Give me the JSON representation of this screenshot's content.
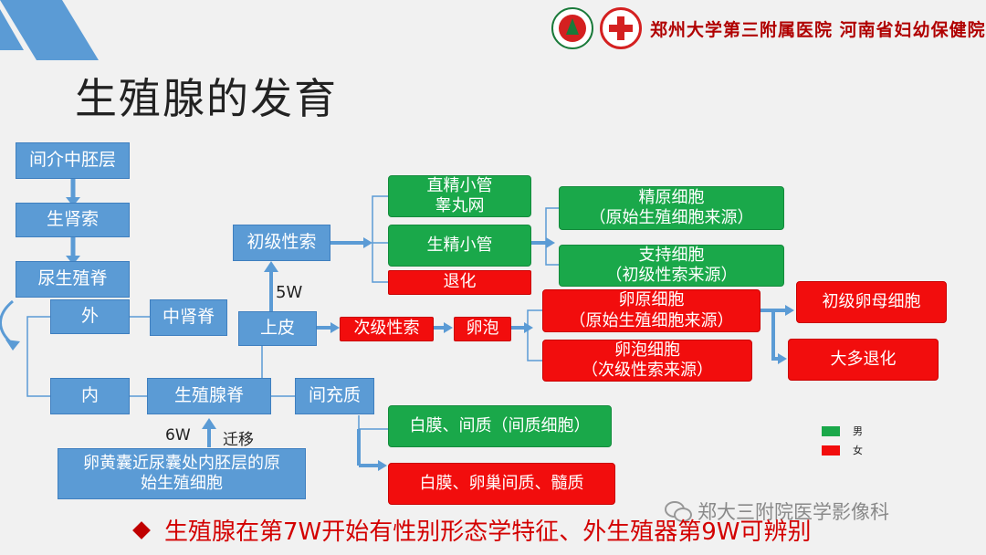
{
  "header": {
    "institution": "郑州大学第三附属医院 河南省妇幼保健院"
  },
  "title": "生殖腺的发育",
  "nodes": {
    "mesoderm": "间介中胚层",
    "nephrogenic_cord": "生肾索",
    "urogenital_ridge": "尿生殖脊",
    "outer": "外",
    "mesonephric_ridge": "中肾脊",
    "inner": "内",
    "gonadal_ridge": "生殖腺脊",
    "mesenchyme": "间充质",
    "yolk_sac": "卵黄囊近尿囊处内胚层的原始生殖细胞",
    "epithelium": "上皮",
    "primary_sex_cord": "初级性索",
    "secondary_sex_cord": "次级性索",
    "follicle": "卵泡",
    "rete_testis": [
      "直精小管",
      "睾丸网"
    ],
    "seminiferous_tubule": "生精小管",
    "degenerate_m": "退化",
    "spermatogonia": [
      "精原细胞",
      "（原始生殖细胞来源）"
    ],
    "sertoli": [
      "支持细胞",
      "（初级性索来源）"
    ],
    "oogonia": [
      "卵原细胞",
      "（原始生殖细胞来源）"
    ],
    "follicular_cells": [
      "卵泡细胞",
      "（次级性索来源）"
    ],
    "primary_oocyte": "初级卵母细胞",
    "mostly_degenerate": "大多退化",
    "tunica_m": "白膜、间质（间质细胞）",
    "tunica_f": "白膜、卵巢间质、髓质"
  },
  "labels": {
    "w5": "5W",
    "w6": "6W",
    "migration": "迁移"
  },
  "legend": {
    "male": "男",
    "female": "女",
    "male_color": "#1aa84a",
    "female_color": "#f20d0d"
  },
  "footer": "生殖腺在第7W开始有性别形态学特征、外生殖器第9W可辨别",
  "watermark": "郑大三附院医学影像科"
}
